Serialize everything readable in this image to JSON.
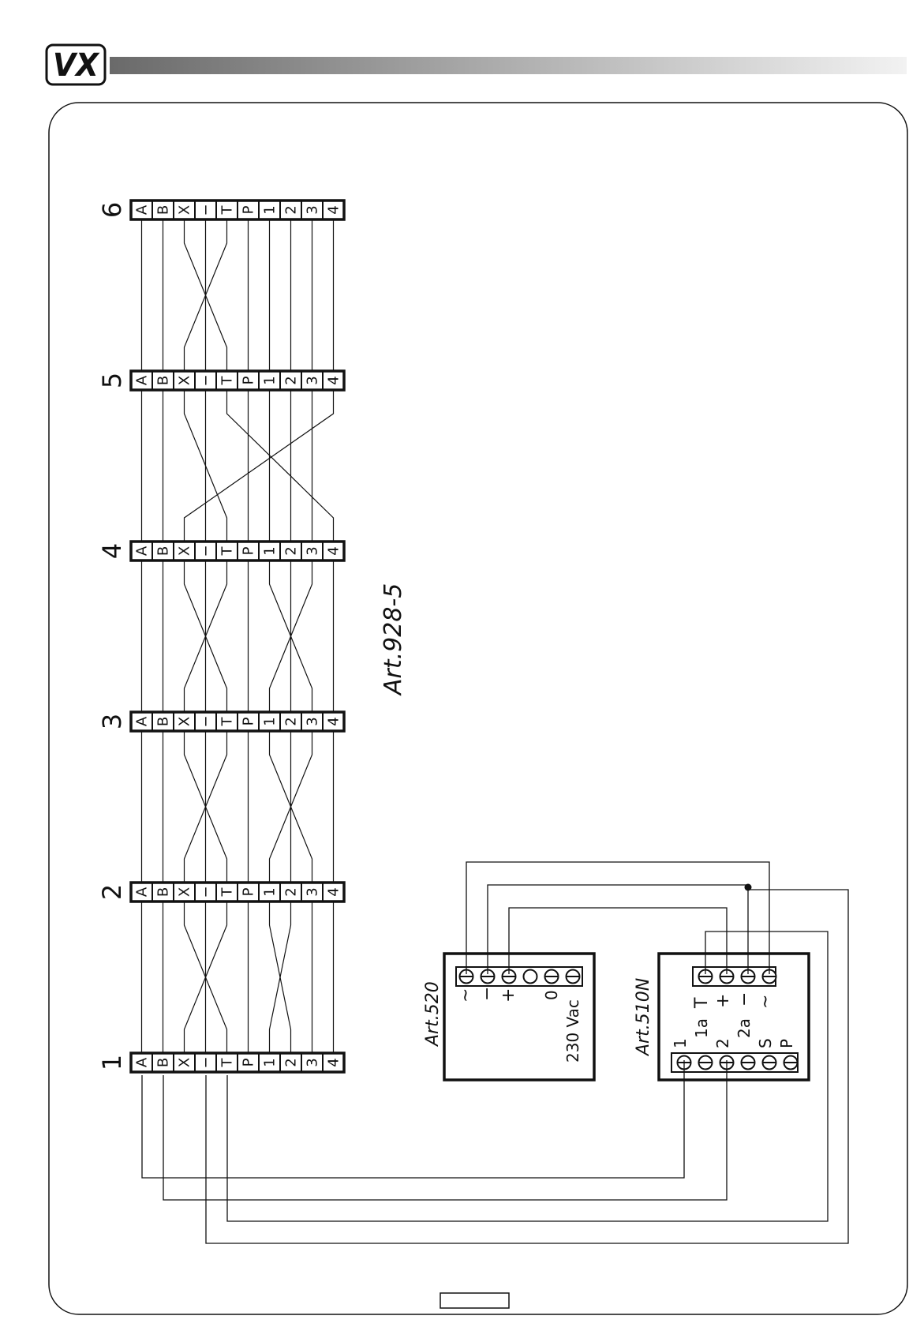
{
  "brand": {
    "logo_text": "VX"
  },
  "bus": {
    "model": "Art.928-5",
    "terminals": [
      "A",
      "B",
      "X",
      "−",
      "T",
      "P",
      "1",
      "2",
      "3",
      "4"
    ],
    "stations": [
      "1",
      "2",
      "3",
      "4",
      "5",
      "6"
    ]
  },
  "power_unit": {
    "model": "Art.520",
    "terminal_labels": [
      "~",
      "−",
      "+",
      "0"
    ],
    "supply_label": "230 Vac"
  },
  "door_unit": {
    "model": "Art.510N",
    "top_terminal_labels": [
      "T",
      "+",
      "−",
      "~"
    ],
    "bottom_terminal_labels": [
      "1",
      "1a",
      "2",
      "2a",
      "S",
      "P"
    ]
  },
  "page_number": ""
}
